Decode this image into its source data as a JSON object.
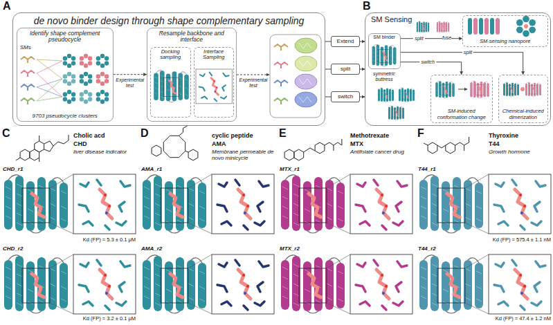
{
  "diagram": {
    "nodes": [
      {
        "text": [
          "de novo binder design through shape complementary sampling"
        ]
      },
      {
        "text": [
          "Identify shape complement pseudocycle",
          "SMs",
          "9703 pseudocycle clusters"
        ],
        "in": 0
      },
      {
        "text": [
          "Resample backbone and interface"
        ],
        "in": 0
      },
      {
        "text": [
          "Docking sampling"
        ],
        "in": 2
      },
      {
        "text": [
          "Interface Sampling"
        ],
        "in": 2
      },
      {
        "text": [
          "Extend"
        ]
      },
      {
        "text": [
          "split"
        ]
      },
      {
        "text": [
          "switch"
        ]
      },
      {
        "text": [
          "SM Sensing"
        ]
      },
      {
        "text": [
          "SM binder"
        ],
        "in": 8
      },
      {
        "text": [
          "SM-sensing nanopore"
        ],
        "in": 8
      },
      {
        "text": [
          "SM-induced conformation change"
        ],
        "in": 8
      },
      {
        "text": [
          "Chemical-induced dimerization"
        ],
        "in": 8
      }
    ],
    "edges": [
      {
        "from": 1,
        "to": 2,
        "arrow": "to",
        "label": "Experimental test"
      },
      {
        "from": 0,
        "to": 5,
        "arrow": "none"
      },
      {
        "from": 0,
        "to": 6,
        "arrow": "none"
      },
      {
        "from": 0,
        "to": 7,
        "arrow": "none"
      },
      {
        "from": 5,
        "to": 8,
        "arrow": "to"
      },
      {
        "from": 6,
        "to": 8,
        "arrow": "to"
      },
      {
        "from": 7,
        "to": 8,
        "arrow": "to"
      },
      {
        "from": 9,
        "to": 10,
        "arrow": "to",
        "label": "split"
      },
      {
        "from": 9,
        "to": 11,
        "arrow": "to",
        "label": "switch"
      },
      {
        "from": 9,
        "to": 12,
        "arrow": "to",
        "label": "split"
      }
    ],
    "labels": [
      "A",
      "Experimental test",
      "B",
      "fuse",
      "symmetric buttress",
      "C",
      "Cholic acd",
      "CHD",
      "liver disease indicator",
      "CHD_r1",
      "Kd (FP) = 5.3 ± 0.1 μM",
      "CHD_r2",
      "Kd (FP) = 3.2 ± 0.1 μM",
      "D",
      "cyclic peptide",
      "AMA",
      "Membrane permeable de novo minicycle",
      "AMA_r1",
      "AMA_r2",
      "E",
      "Methotrexate",
      "MTX",
      "Antifolate cancer drug",
      "MTX_r1",
      "MTX_r2",
      "F",
      "Thyroxine",
      "T44",
      "Growth hormone",
      "T44_r1",
      "Kd (FP) = 575.4 ± 1.1 nM",
      "T44_r2",
      "Kd (FP) = 47.4 ± 1.2 nM"
    ]
  }
}
